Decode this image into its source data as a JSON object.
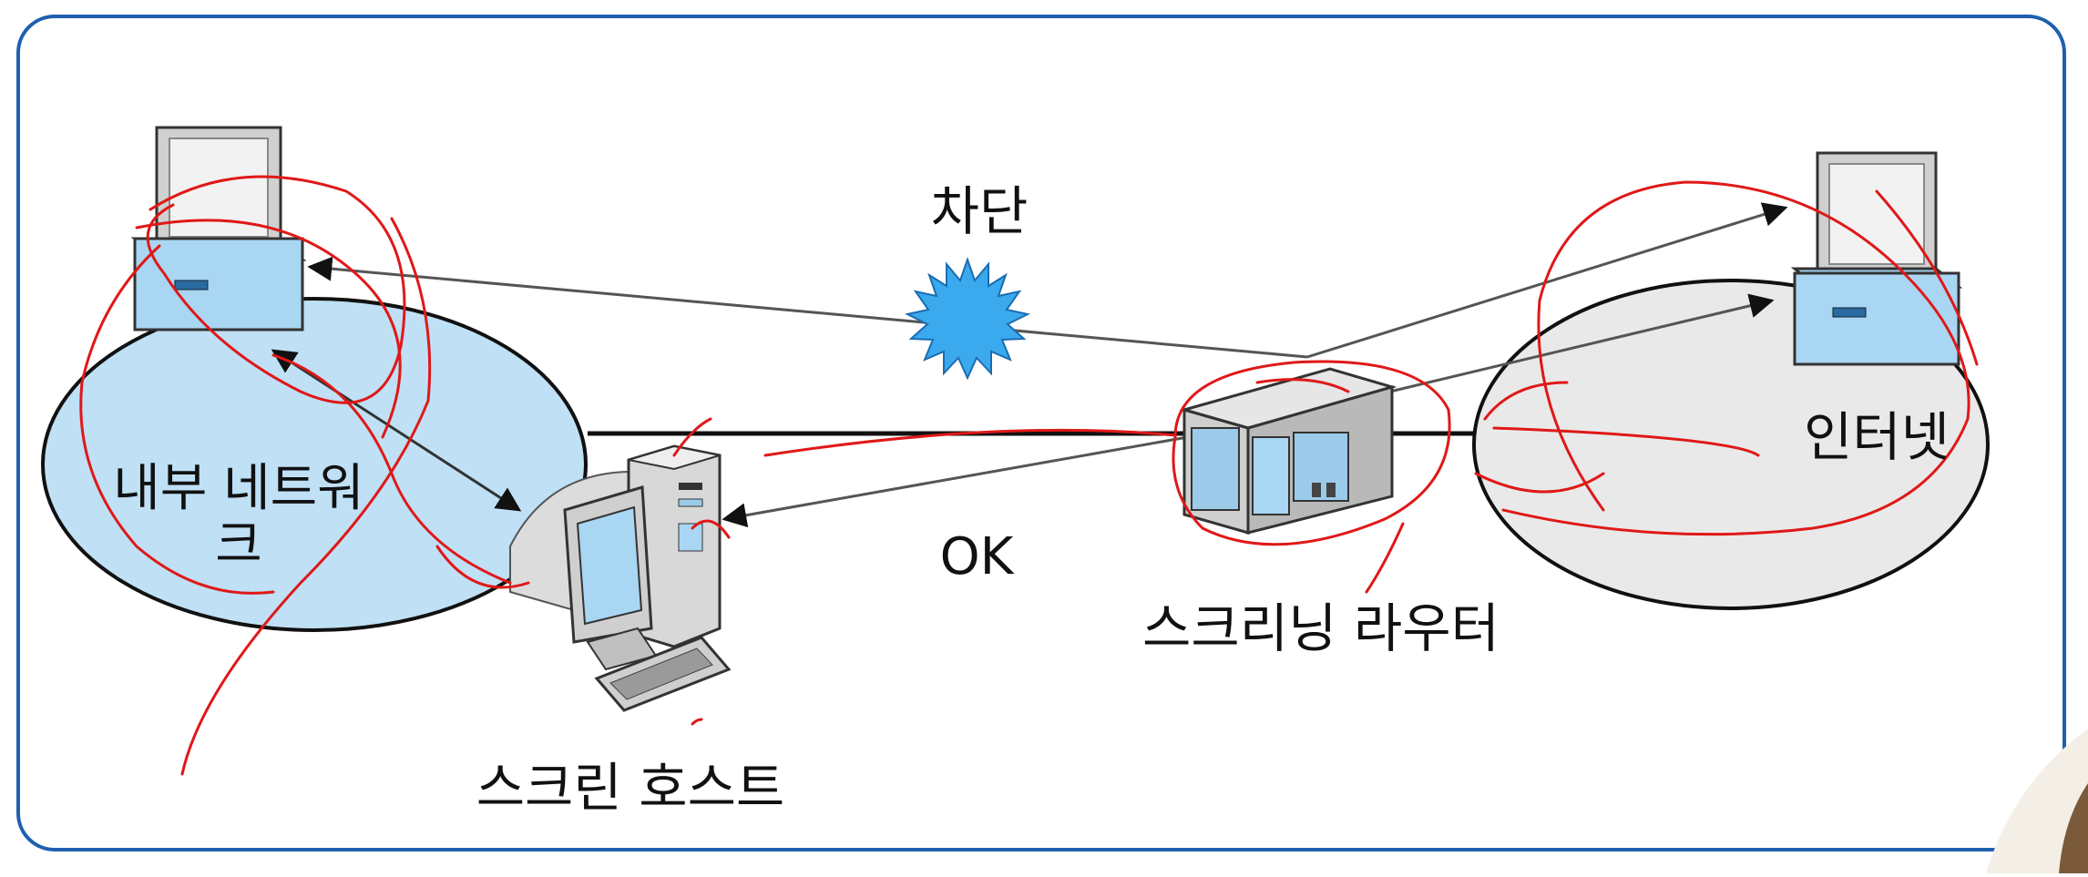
{
  "labels": {
    "internal_network_line1": "내부 네트워",
    "internal_network_line2": "크",
    "internet": "인터넷",
    "blocked": "차단",
    "ok": "OK",
    "screening_router": "스크리닝 라우터",
    "screen_host": "스크린 호스트"
  },
  "colors": {
    "frame_border": "#1f5fb0",
    "internal_network_fill": "#bfe0f5",
    "internet_fill": "#e9e9e9",
    "blocked_star": "#3aa9ee",
    "annotation_pen": "#e01818",
    "device_blue": "#a9d6f2",
    "device_gray": "#d8d8d8"
  },
  "icons": {
    "internal_host": "desktop-computer-icon",
    "internet_host": "desktop-computer-icon",
    "screen_host": "workstation-icon",
    "router": "router-box-icon",
    "blocked": "starburst-icon"
  }
}
